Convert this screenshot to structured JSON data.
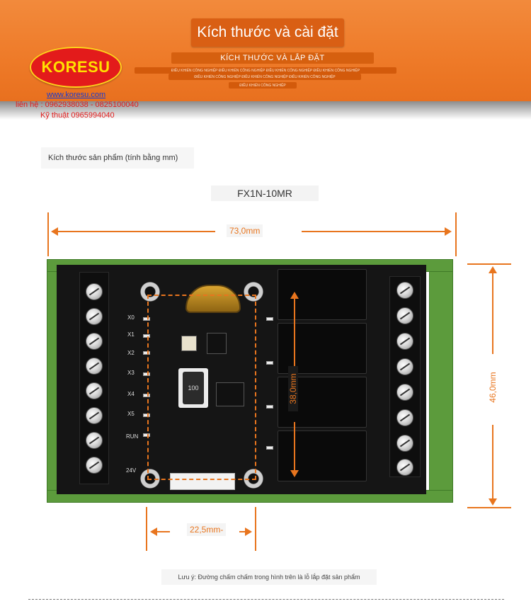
{
  "header": {
    "main_title": "Kích thước và cài đặt",
    "sub_title": "KÍCH THƯỚC VÀ LẮP ĐẶT",
    "micro_line_1": "ĐIỀU KHIỂN CÔNG NGHIỆP ĐIỀU KHIỂN CÔNG NGHIỆP ĐIỀU KHIỂN CÔNG NGHIỆP ĐIỀU KHIỂN CÔNG NGHIỆP",
    "micro_line_2": "ĐIỀU KHIỂN CÔNG NGHIỆP ĐIỀU KHIỂN CÔNG NGHIỆP ĐIỀU KHIỂN CÔNG NGHIỆP",
    "micro_line_3": "ĐIỀU KHIỂN CÔNG NGHIỆP",
    "logo_text": "KORESU",
    "website": "www.koresu.com",
    "contact": "liên hệ : 0962938038 - 0825100040",
    "tech": "Kỹ thuật 0965994040"
  },
  "labels": {
    "dimension_caption": "Kích thước sản phẩm (tính bằng mm)",
    "model": "FX1N-10MR",
    "note": "Lưu ý: Đường chấm chấm trong hình trên là lỗ lắp đặt sản phẩm"
  },
  "dimensions": {
    "width": "73,0mm",
    "height": "46,0mm",
    "hole_vertical": "38,0mm",
    "hole_horizontal": "22,5mm-"
  },
  "board": {
    "inductor_label": "100",
    "silk_labels": [
      "X0",
      "X1",
      "X2",
      "X3",
      "X4",
      "X5",
      "RUN",
      "24V"
    ]
  },
  "colors": {
    "header_orange": "#ee7a28",
    "dimension_orange": "#e8751e",
    "logo_red": "#e31b1b",
    "logo_yellow": "#ffe100",
    "rail_green": "#5c9b3c"
  }
}
